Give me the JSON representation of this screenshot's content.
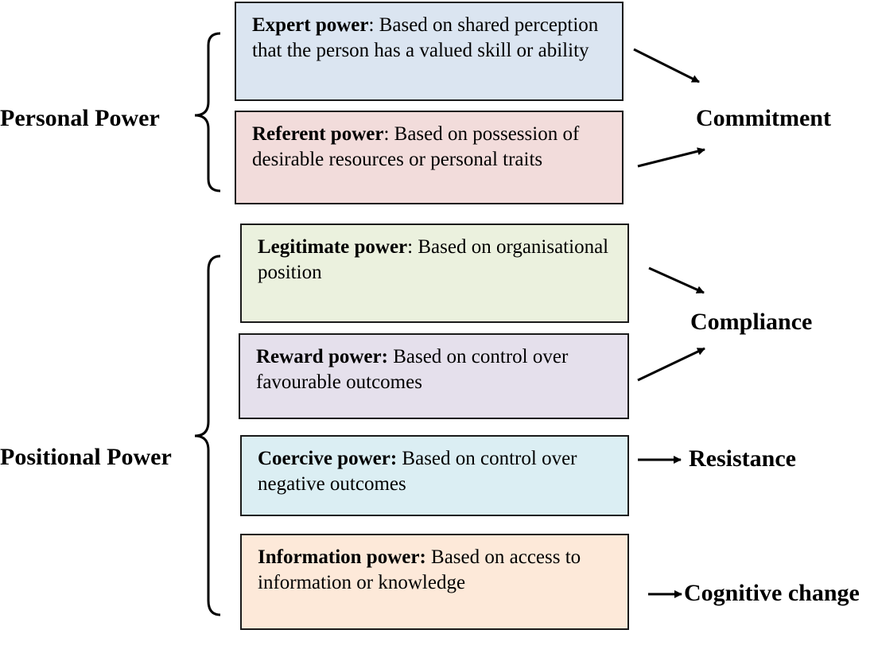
{
  "groups": {
    "personal": "Personal Power",
    "positional": "Positional Power"
  },
  "boxes": [
    {
      "name": "Expert power",
      "sep": ":",
      "desc": " Based on shared perception that the person has a valued skill or ability",
      "color": "#dbe5f1"
    },
    {
      "name": "Referent power",
      "sep": ":",
      "desc": " Based on possession of desirable resources or personal traits",
      "color": "#f2dcdb"
    },
    {
      "name": "Legitimate power",
      "sep": ":",
      "desc": " Based on organisational position",
      "color": "#ebf1de"
    },
    {
      "name": "Reward power:",
      "sep": "",
      "desc": "  Based on control over favourable outcomes",
      "color": "#e5e0ec"
    },
    {
      "name": "Coercive power:",
      "sep": "",
      "desc": "  Based on control over negative outcomes",
      "color": "#dbeef3"
    },
    {
      "name": "Information power:",
      "sep": "",
      "desc": " Based on access to information or knowledge",
      "color": "#fde9d9"
    }
  ],
  "outcomes": {
    "commitment": "Commitment",
    "compliance": "Compliance",
    "resistance": "Resistance",
    "cognitive": "Cognitive change"
  }
}
